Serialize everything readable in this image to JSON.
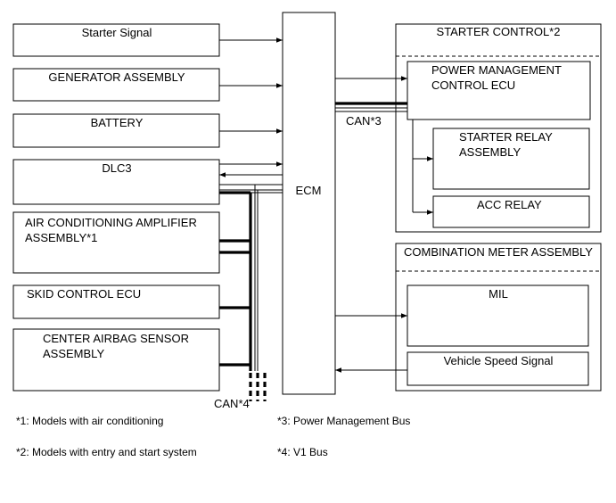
{
  "left_blocks": {
    "starter_signal": "Starter Signal",
    "generator": "GENERATOR ASSEMBLY",
    "battery": "BATTERY",
    "dlc3": "DLC3",
    "ac_amp_line1": "AIR CONDITIONING AMPLIFIER",
    "ac_amp_line2": "ASSEMBLY*1",
    "skid": "SKID CONTROL ECU",
    "airbag_line1": "CENTER AIRBAG SENSOR",
    "airbag_line2": "ASSEMBLY"
  },
  "ecm": "ECM",
  "starter_control": {
    "title": "STARTER CONTROL*2",
    "pm_line1": "POWER MANAGEMENT",
    "pm_line2": "CONTROL ECU",
    "relay_line1": "STARTER RELAY",
    "relay_line2": "ASSEMBLY",
    "acc": "ACC RELAY"
  },
  "combination_meter": {
    "title": "COMBINATION METER ASSEMBLY",
    "mil": "MIL",
    "speed": "Vehicle Speed Signal"
  },
  "bus_labels": {
    "can3": "CAN*3",
    "can4": "CAN*4"
  },
  "notes": {
    "n1": "*1: Models with air conditioning",
    "n2": "*2: Models with entry and start system",
    "n3": "*3: Power Management Bus",
    "n4": "*4: V1 Bus"
  }
}
